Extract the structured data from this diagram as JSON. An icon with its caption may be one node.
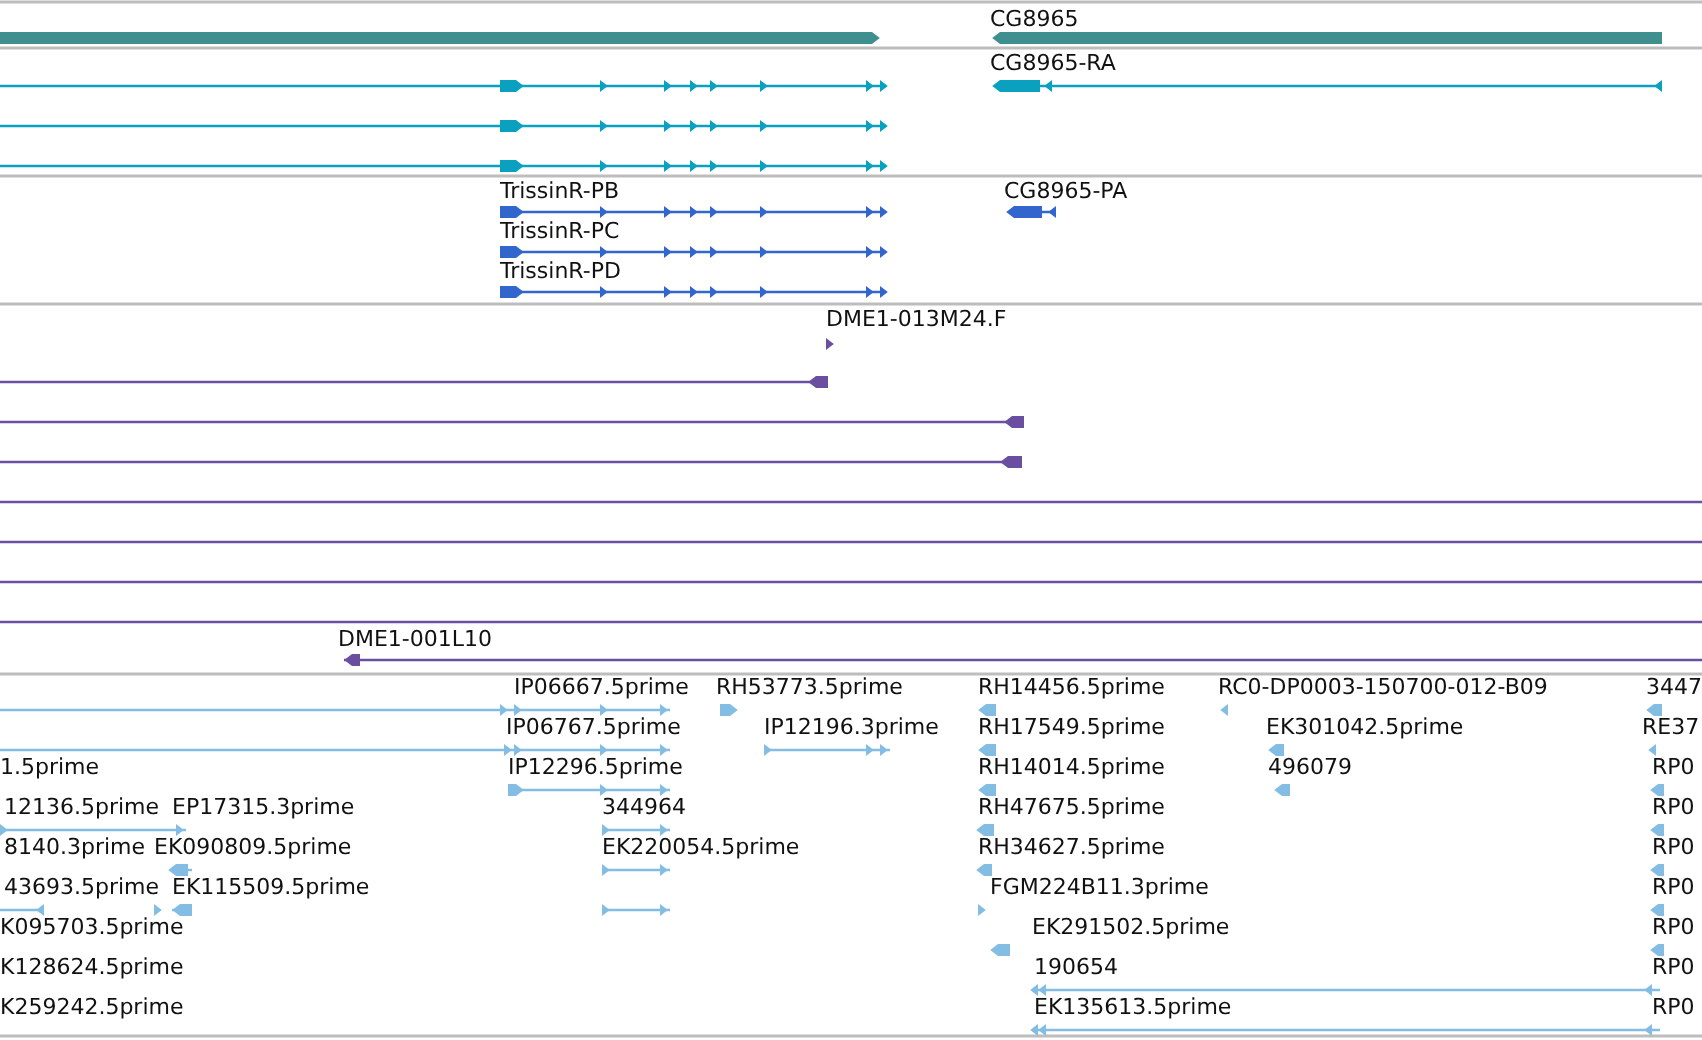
{
  "diagram": {
    "labels": [
      "CG8965",
      "CG8965-RA",
      "TrissinR-PB",
      "CG8965-PA",
      "TrissinR-PC",
      "TrissinR-PD",
      "DME1-013M24.F",
      "DME1-001L10",
      "IP06667.5prime",
      "RH53773.5prime",
      "RH14456.5prime",
      "RC0-DP0003-150700-012-B09",
      "3447",
      "IP06767.5prime",
      "IP12196.3prime",
      "RH17549.5prime",
      "EK301042.5prime",
      "RE37",
      "1.5prime",
      "IP12296.5prime",
      "RH14014.5prime",
      "496079",
      "RP0",
      "12136.5prime",
      "EP17315.3prime",
      "344964",
      "RH47675.5prime",
      "RP0",
      "8140.3prime",
      "EK090809.5prime",
      "EK220054.5prime",
      "RH34627.5prime",
      "RP0",
      "43693.5prime",
      "EK115509.5prime",
      "FGM224B11.3prime",
      "RP0",
      "K095703.5prime",
      "EK291502.5prime",
      "RP0",
      "K128624.5prime",
      "190654",
      "RP0",
      "K259242.5prime",
      "EK135613.5prime",
      "RP0"
    ]
  }
}
